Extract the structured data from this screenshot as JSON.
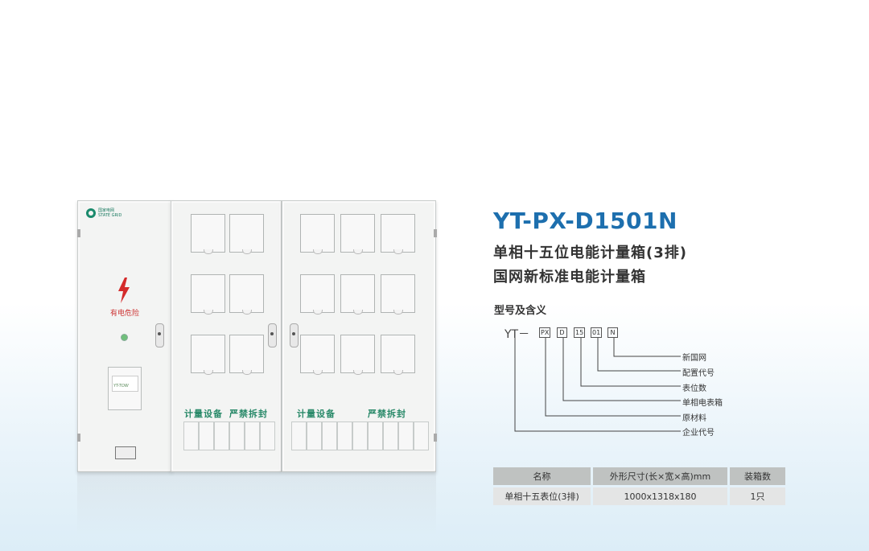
{
  "product": {
    "logo_cn": "国家电网",
    "logo_en": "STATE GRID",
    "danger_label": "有电危险",
    "meter_brand": "YT-TOW",
    "label_meter": "计量设备",
    "label_seal": "严禁拆封"
  },
  "info": {
    "title": "YT-PX-D1501N",
    "subtitle1": "单相十五位电能计量箱(3排)",
    "subtitle2": "国网新标准电能计量箱",
    "model_heading": "型号及含义",
    "code_prefix": "YT－",
    "code_boxes": [
      "PX",
      "D",
      "15",
      "01",
      "N"
    ],
    "legend": [
      "新国网",
      "配置代号",
      "表位数",
      "单相电表箱",
      "原材料",
      "企业代号"
    ]
  },
  "spec_table": {
    "headers": [
      "名称",
      "外形尺寸(长×宽×高)mm",
      "装箱数"
    ],
    "rows": [
      [
        "单相十五表位(3排)",
        "1000x1318x180",
        "1只"
      ]
    ]
  },
  "colors": {
    "title": "#1d6fae",
    "label_green": "#2a8a6a",
    "danger_red": "#cc3333"
  }
}
